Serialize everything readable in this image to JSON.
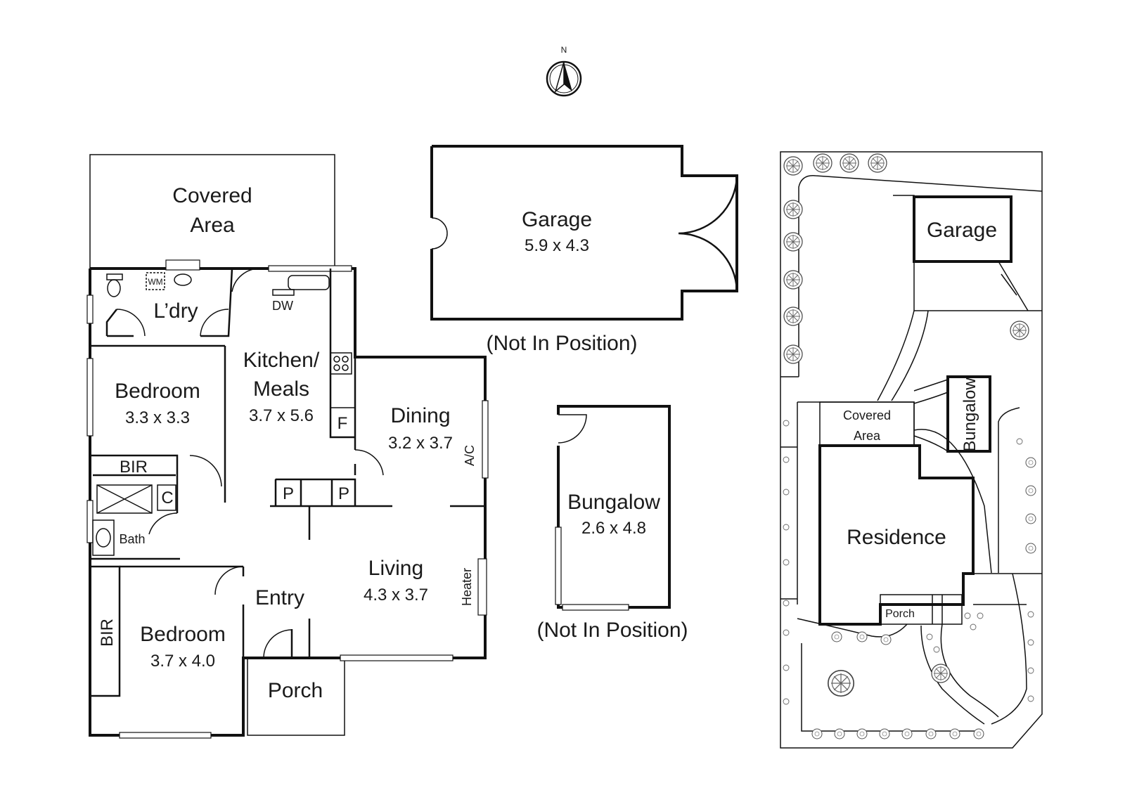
{
  "compass": {
    "north_label": "N",
    "icon": "north-arrow-icon"
  },
  "floor_plan": {
    "covered_area": [
      "Covered",
      "Area"
    ],
    "laundry": "L’dry",
    "wm": "WM",
    "dw": "DW",
    "fridge": "F",
    "pantry_left": "P",
    "pantry_right": "P",
    "kitchen": [
      "Kitchen/",
      "Meals"
    ],
    "kitchen_dim": "3.7 x 5.6",
    "bedroom1": "Bedroom",
    "bedroom1_dim": "3.3 x 3.3",
    "bir_top": "BIR",
    "cupboard": "C",
    "bath": "Bath",
    "bedroom2": "Bedroom",
    "bedroom2_dim": "3.7 x 4.0",
    "bir_side": "BIR",
    "dining": "Dining",
    "dining_dim": "3.2 x 3.7",
    "ac": "A/C",
    "living": "Living",
    "living_dim": "4.3 x 3.7",
    "heater": "Heater",
    "entry": "Entry",
    "porch": "Porch"
  },
  "garage": {
    "name": "Garage",
    "dim": "5.9 x 4.3",
    "note": "(Not In Position)"
  },
  "bungalow": {
    "name": "Bungalow",
    "dim": "2.6 x 4.8",
    "note": "(Not In Position)"
  },
  "site_plan": {
    "garage": "Garage",
    "covered_area": [
      "Covered",
      "Area"
    ],
    "bungalow": "Bungalow",
    "residence": "Residence",
    "porch": "Porch"
  }
}
